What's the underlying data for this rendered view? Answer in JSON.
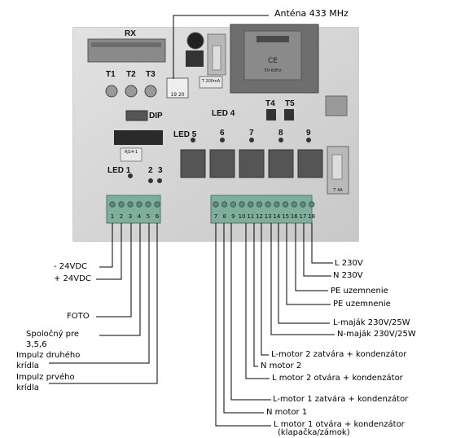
{
  "antenna_title": "Anténa 433 MHz",
  "board": {
    "rx": "RX",
    "trimmers": [
      "T1",
      "T2",
      "T3"
    ],
    "dip": "DIP",
    "led4": "LED 4",
    "t4": "T4",
    "t5": "T5",
    "led5": "LED 5",
    "led_nums": [
      "6",
      "7",
      "8",
      "9"
    ],
    "led1": "LED 1",
    "led23": [
      "2",
      "3"
    ],
    "antenna_terminals": "19 20",
    "fuse_small": "T 200mA",
    "fuse_large": "T 4A",
    "chip_label": "RJ14-1",
    "transformer_text": [
      "CE",
      "50-60Hz"
    ],
    "terminals_left": [
      "1",
      "2",
      "3",
      "4",
      "5",
      "6"
    ],
    "terminals_right": [
      "7",
      "8",
      "9",
      "10",
      "11",
      "12",
      "13",
      "14",
      "15",
      "16",
      "17",
      "18"
    ]
  },
  "left_labels": {
    "neg24": "- 24VDC",
    "pos24": "+ 24VDC",
    "foto": "FOTO",
    "spolocny": "Spoločný pre",
    "spolocny2": "3,5,6",
    "impulz_druheho": "Impulz druhého",
    "kridla1": "krídla",
    "impulz_prveho": "Impulz prvého",
    "kridla2": "krídla"
  },
  "right_labels": {
    "l230": "L 230V",
    "n230": "N 230V",
    "pe1": "PE uzemnenie",
    "pe2": "PE uzemnenie",
    "lmajak": "L-maják 230V/25W",
    "nmajak": "N-maják 230V/25W",
    "lm2z": "L-motor 2 zatvára + kondenzátor",
    "nm2": "N motor 2",
    "lm2o": "L motor 2 otvára + kondenzátor",
    "lm1z": "L-motor 1 zatvára + kondenzátor",
    "nm1": "N motor 1",
    "lm1o": "L motor 1 otvára + kondenzátor",
    "klapacka": "(klapačka/zámok)"
  }
}
